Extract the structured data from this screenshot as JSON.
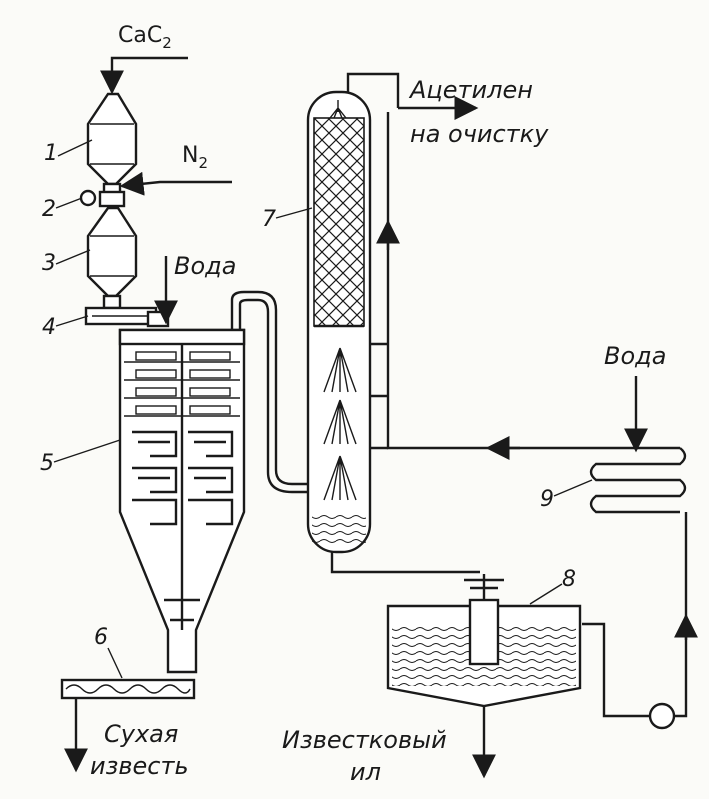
{
  "streams": {
    "cac2": "CaC",
    "cac2_sub": "2",
    "n2": "N",
    "n2_sub": "2",
    "water_top": "Вода",
    "water_right": "Вода",
    "acetylene_line1": "Ацетилен",
    "acetylene_line2": "на очистку",
    "dry_lime_line1": "Сухая",
    "dry_lime_line2": "известь",
    "lime_sludge_line1": "Известковый",
    "lime_sludge_line2": "ил"
  },
  "numbers": [
    "1",
    "2",
    "3",
    "4",
    "5",
    "6",
    "7",
    "8",
    "9"
  ],
  "colors": {
    "ink": "#1a1a1a",
    "paper": "#fbfbf8"
  }
}
